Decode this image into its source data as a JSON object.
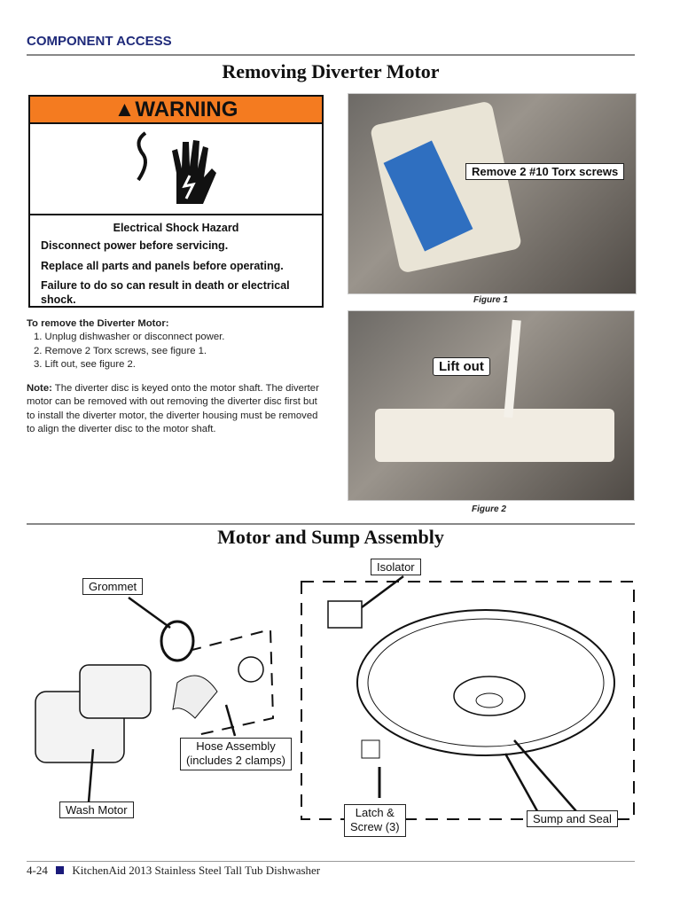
{
  "header": {
    "section": "COMPONENT ACCESS",
    "title1": "Removing Diverter Motor",
    "title2": "Motor and Sump Assembly"
  },
  "warning": {
    "label": "WARNING",
    "heading": "Electrical Shock Hazard",
    "lines": [
      "Disconnect power before servicing.",
      "Replace all parts and panels before operating.",
      "Failure to do so can result in death or electrical shock."
    ]
  },
  "instructions": {
    "heading": "To remove the Diverter Motor:",
    "steps": [
      "1.  Unplug dishwasher or disconnect power.",
      "2.  Remove 2 Torx screws, see figure 1.",
      "3.  Lift out, see figure 2."
    ],
    "note_label": "Note:",
    "note": " The diverter disc is keyed onto the motor shaft. The diverter motor can be removed with out removing the diverter disc first but to install the diverter motor, the diverter housing must be removed to align the diverter disc to the motor shaft."
  },
  "figures": {
    "fig1_callout": "Remove 2 #10 Torx screws",
    "fig1_caption": "Figure 1",
    "fig2_callout": "Lift out",
    "fig2_caption": "Figure 2"
  },
  "diagram": {
    "isolator": "Isolator",
    "grommet": "Grommet",
    "hose": "Hose Assembly\n(includes 2 clamps)",
    "wash_motor": "Wash Motor",
    "latch": "Latch &\nScrew (3)",
    "sump": "Sump and Seal"
  },
  "footer": {
    "page": "4-24",
    "text": "KitchenAid 2013 Stainless Steel Tall Tub Dishwasher"
  }
}
